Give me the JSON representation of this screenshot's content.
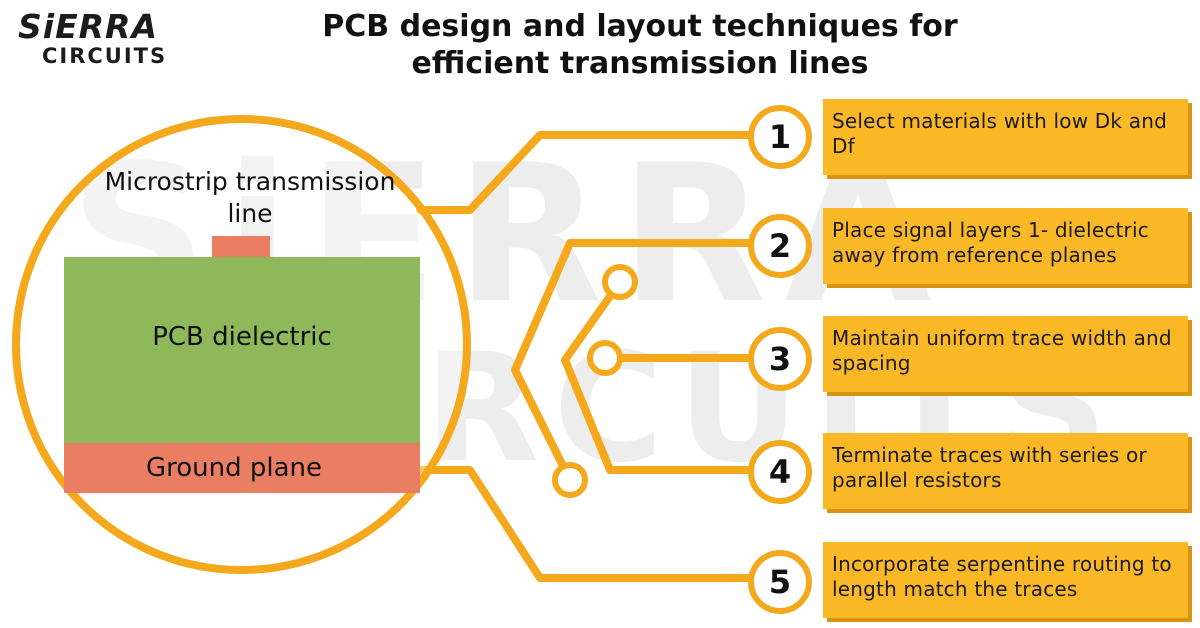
{
  "brand": {
    "logo_top": "SiERRA",
    "logo_bottom": "CIRCUITS"
  },
  "title_line1": "PCB design and layout techniques for",
  "title_line2": "efficient transmission lines",
  "diagram": {
    "microstrip_label": "Microstrip transmission line",
    "dielectric_label": "PCB dielectric",
    "ground_label": "Ground plane"
  },
  "steps": [
    {
      "number": "1",
      "text": "Select materials with low Dk and Df"
    },
    {
      "number": "2",
      "text": "Place signal layers 1- dielectric away from reference planes"
    },
    {
      "number": "3",
      "text": "Maintain uniform trace width and spacing"
    },
    {
      "number": "4",
      "text": "Terminate traces with series or parallel resistors"
    },
    {
      "number": "5",
      "text": "Incorporate serpentine routing to length match the traces"
    }
  ],
  "colors": {
    "accent": "#f4a81c",
    "step_box": "#fbb826",
    "dielectric": "#8fb85a",
    "copper": "#e97e62"
  }
}
